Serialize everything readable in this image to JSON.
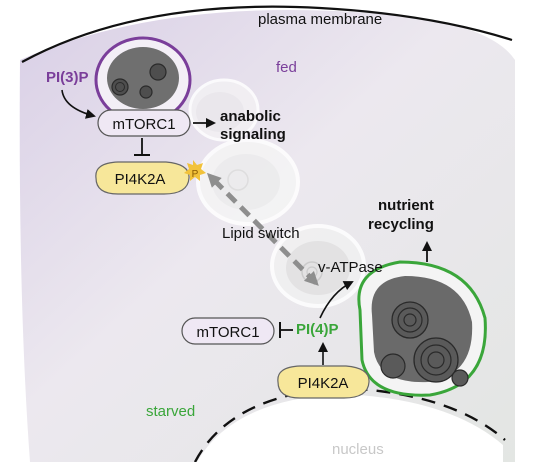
{
  "labels": {
    "plasma_membrane": "plasma membrane",
    "fed": "fed",
    "starved": "starved",
    "nucleus": "nucleus",
    "pi3p": "PI(3)P",
    "pi4p": "PI(4)P",
    "mtorc1_top": "mTORC1",
    "mtorc1_bottom": "mTORC1",
    "pi4k2a_top": "PI4K2A",
    "pi4k2a_bottom": "PI4K2A",
    "phospho": "P",
    "anabolic_line1": "anabolic",
    "anabolic_line2": "signaling",
    "nutrient_line1": "nutrient",
    "nutrient_line2": "recycling",
    "lipid_switch": "Lipid switch",
    "v_atpase": "v-ATPase"
  },
  "colors": {
    "fed_purple": "#7a3e9a",
    "starved_green": "#3aa63a",
    "enzyme_fill": "#f7e79a",
    "complex_fill": "#efe8f4",
    "phospho_badge": "#f2c23a"
  }
}
